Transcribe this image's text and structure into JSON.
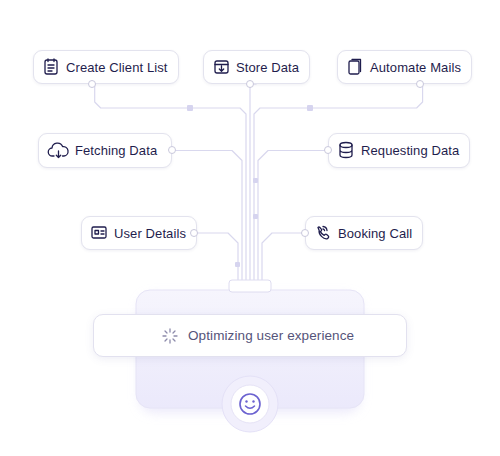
{
  "diagram": {
    "nodes": [
      {
        "text": [
          "Create Client List"
        ]
      },
      {
        "text": [
          "Store Data"
        ]
      },
      {
        "text": [
          "Automate Mails"
        ]
      },
      {
        "text": [
          "Fetching Data"
        ]
      },
      {
        "text": [
          "Requesting Data"
        ]
      },
      {
        "text": [
          "User Details"
        ]
      },
      {
        "text": [
          "Booking Call"
        ]
      },
      {
        "text": [
          "Optimizing user experience"
        ]
      }
    ],
    "edges": [
      {
        "from": 0,
        "to": 7,
        "arrow": "none"
      },
      {
        "from": 1,
        "to": 7,
        "arrow": "none"
      },
      {
        "from": 2,
        "to": 7,
        "arrow": "none"
      },
      {
        "from": 3,
        "to": 7,
        "arrow": "none"
      },
      {
        "from": 4,
        "to": 7,
        "arrow": "none"
      },
      {
        "from": 5,
        "to": 7,
        "arrow": "none"
      },
      {
        "from": 6,
        "to": 7,
        "arrow": "none"
      }
    ]
  }
}
